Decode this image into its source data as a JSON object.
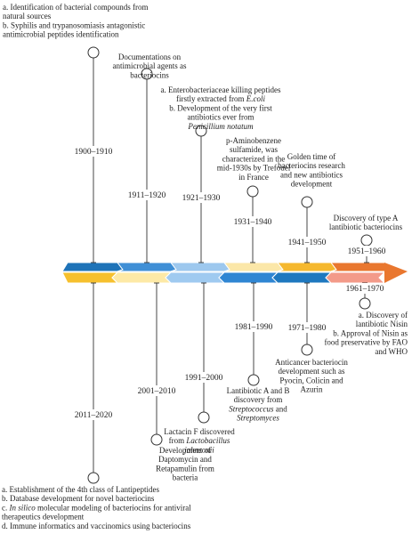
{
  "top_periods": [
    {
      "label": "1900–1910",
      "color": "#1e73b8",
      "text": [
        "a. Identification of bacterial compounds from",
        "natural sources",
        "b. Syphilis and trypanosomiasis antagonistic",
        "antimicrobial peptides identification"
      ]
    },
    {
      "label": "1911–1920",
      "color": "#3f8fd6",
      "text": [
        "Documentations on",
        "antimicrobial agents as",
        "bacteriocins"
      ]
    },
    {
      "label": "1921–1930",
      "color": "#9dc8ee",
      "text": [
        "a. Enterobacteriaceae killing peptides",
        "firstly extracted from E.coli",
        "b. Development of the very first",
        "antibiotics ever from",
        "Penicillium notatum"
      ]
    },
    {
      "label": "1931–1940",
      "color": "#fbe7a8",
      "text": [
        "p-Aminobenzene",
        "sulfamide, was",
        "characterized in the",
        "mid-1930s by Trefouel",
        "in France"
      ]
    },
    {
      "label": "1941–1950",
      "color": "#f5b82e",
      "text": [
        "Golden time of",
        "bacteriocins research",
        "and new antibiotics",
        "development"
      ]
    },
    {
      "label": "1951–1960",
      "color": "#e9772f",
      "text": [
        "Discovery of type A",
        "lantibiotic bacteriocins"
      ]
    }
  ],
  "bottom_periods": [
    {
      "label": "2011–2020",
      "color": "#f6c02e",
      "text": [
        "a. Establishment of the 4th class of Lantipeptides",
        "b. Database development for novel bacteriocins",
        "c. In silico molecular modeling of bacteriocins for antiviral",
        "therapeutics development",
        "d. Immune informatics and vaccinomics using bacteriocins"
      ]
    },
    {
      "label": "2001–2010",
      "color": "#fde9a6",
      "text": [
        "Development of",
        "Daptomycin and",
        "Retapamulin from",
        "bacteria"
      ]
    },
    {
      "label": "1991–2000",
      "color": "#9fcaf0",
      "text": [
        "Lactacin F discovered",
        "from Lactobacillus",
        "johnsonii"
      ]
    },
    {
      "label": "1981–1990",
      "color": "#2f86d3",
      "text": [
        "Lantibiotic A and B",
        "discovery from",
        "Streptococcus and",
        "Streptomyces"
      ]
    },
    {
      "label": "1971–1980",
      "color": "#1e78bf",
      "text": [
        "Anticancer bacteriocin",
        "development such as",
        "Pyocin, Colicin and",
        "Azurin"
      ]
    },
    {
      "label": "1961–1970",
      "color": "#f39a89",
      "text": [
        "a. Discovery of",
        "lantibiotic Nisin",
        "b. Approval of Nisin as",
        "food preservative by FAO",
        "and WHO"
      ]
    }
  ]
}
